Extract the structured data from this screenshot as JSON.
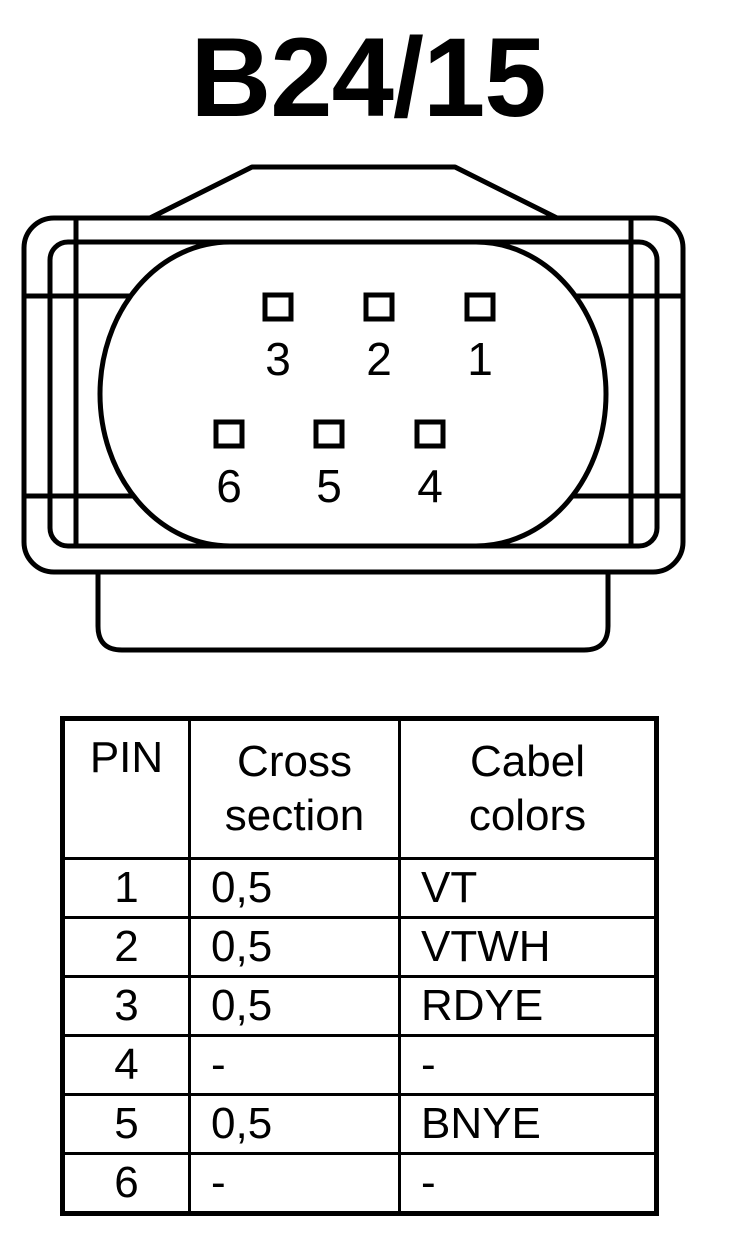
{
  "title": "B24/15",
  "pins": [
    {
      "number": "3"
    },
    {
      "number": "2"
    },
    {
      "number": "1"
    },
    {
      "number": "6"
    },
    {
      "number": "5"
    },
    {
      "number": "4"
    }
  ],
  "table": {
    "headers": {
      "pin": "PIN",
      "cross_section": [
        "Cross",
        "section"
      ],
      "cable_colors": [
        "Cabel",
        "colors"
      ]
    },
    "rows": [
      {
        "pin": "1",
        "cross_section": "0,5",
        "color": "VT"
      },
      {
        "pin": "2",
        "cross_section": "0,5",
        "color": "VTWH"
      },
      {
        "pin": "3",
        "cross_section": "0,5",
        "color": "RDYE"
      },
      {
        "pin": "4",
        "cross_section": "-",
        "color": "-"
      },
      {
        "pin": "5",
        "cross_section": "0,5",
        "color": "BNYE"
      },
      {
        "pin": "6",
        "cross_section": "-",
        "color": "-"
      }
    ]
  }
}
